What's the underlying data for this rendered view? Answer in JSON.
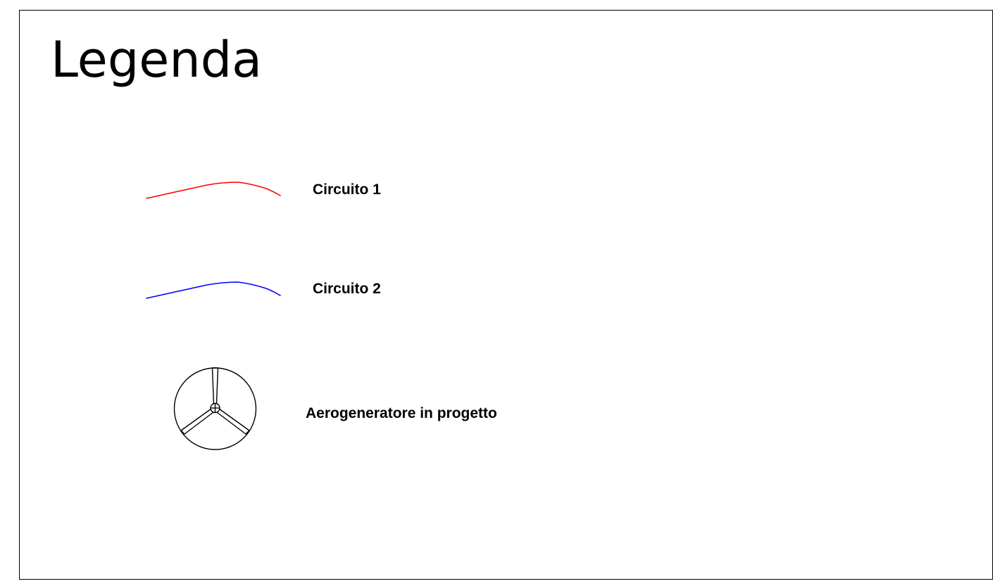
{
  "slide": {
    "title": "Legenda"
  },
  "legend": {
    "items": [
      {
        "label": "Circuito 1",
        "symbol": "circuit-line-icon",
        "color": "#ff0000"
      },
      {
        "label": "Circuito 2",
        "symbol": "circuit-line-icon",
        "color": "#0000ff"
      },
      {
        "label": "Aerogeneratore in progetto",
        "symbol": "wind-turbine-icon",
        "color": "#000000"
      }
    ]
  }
}
